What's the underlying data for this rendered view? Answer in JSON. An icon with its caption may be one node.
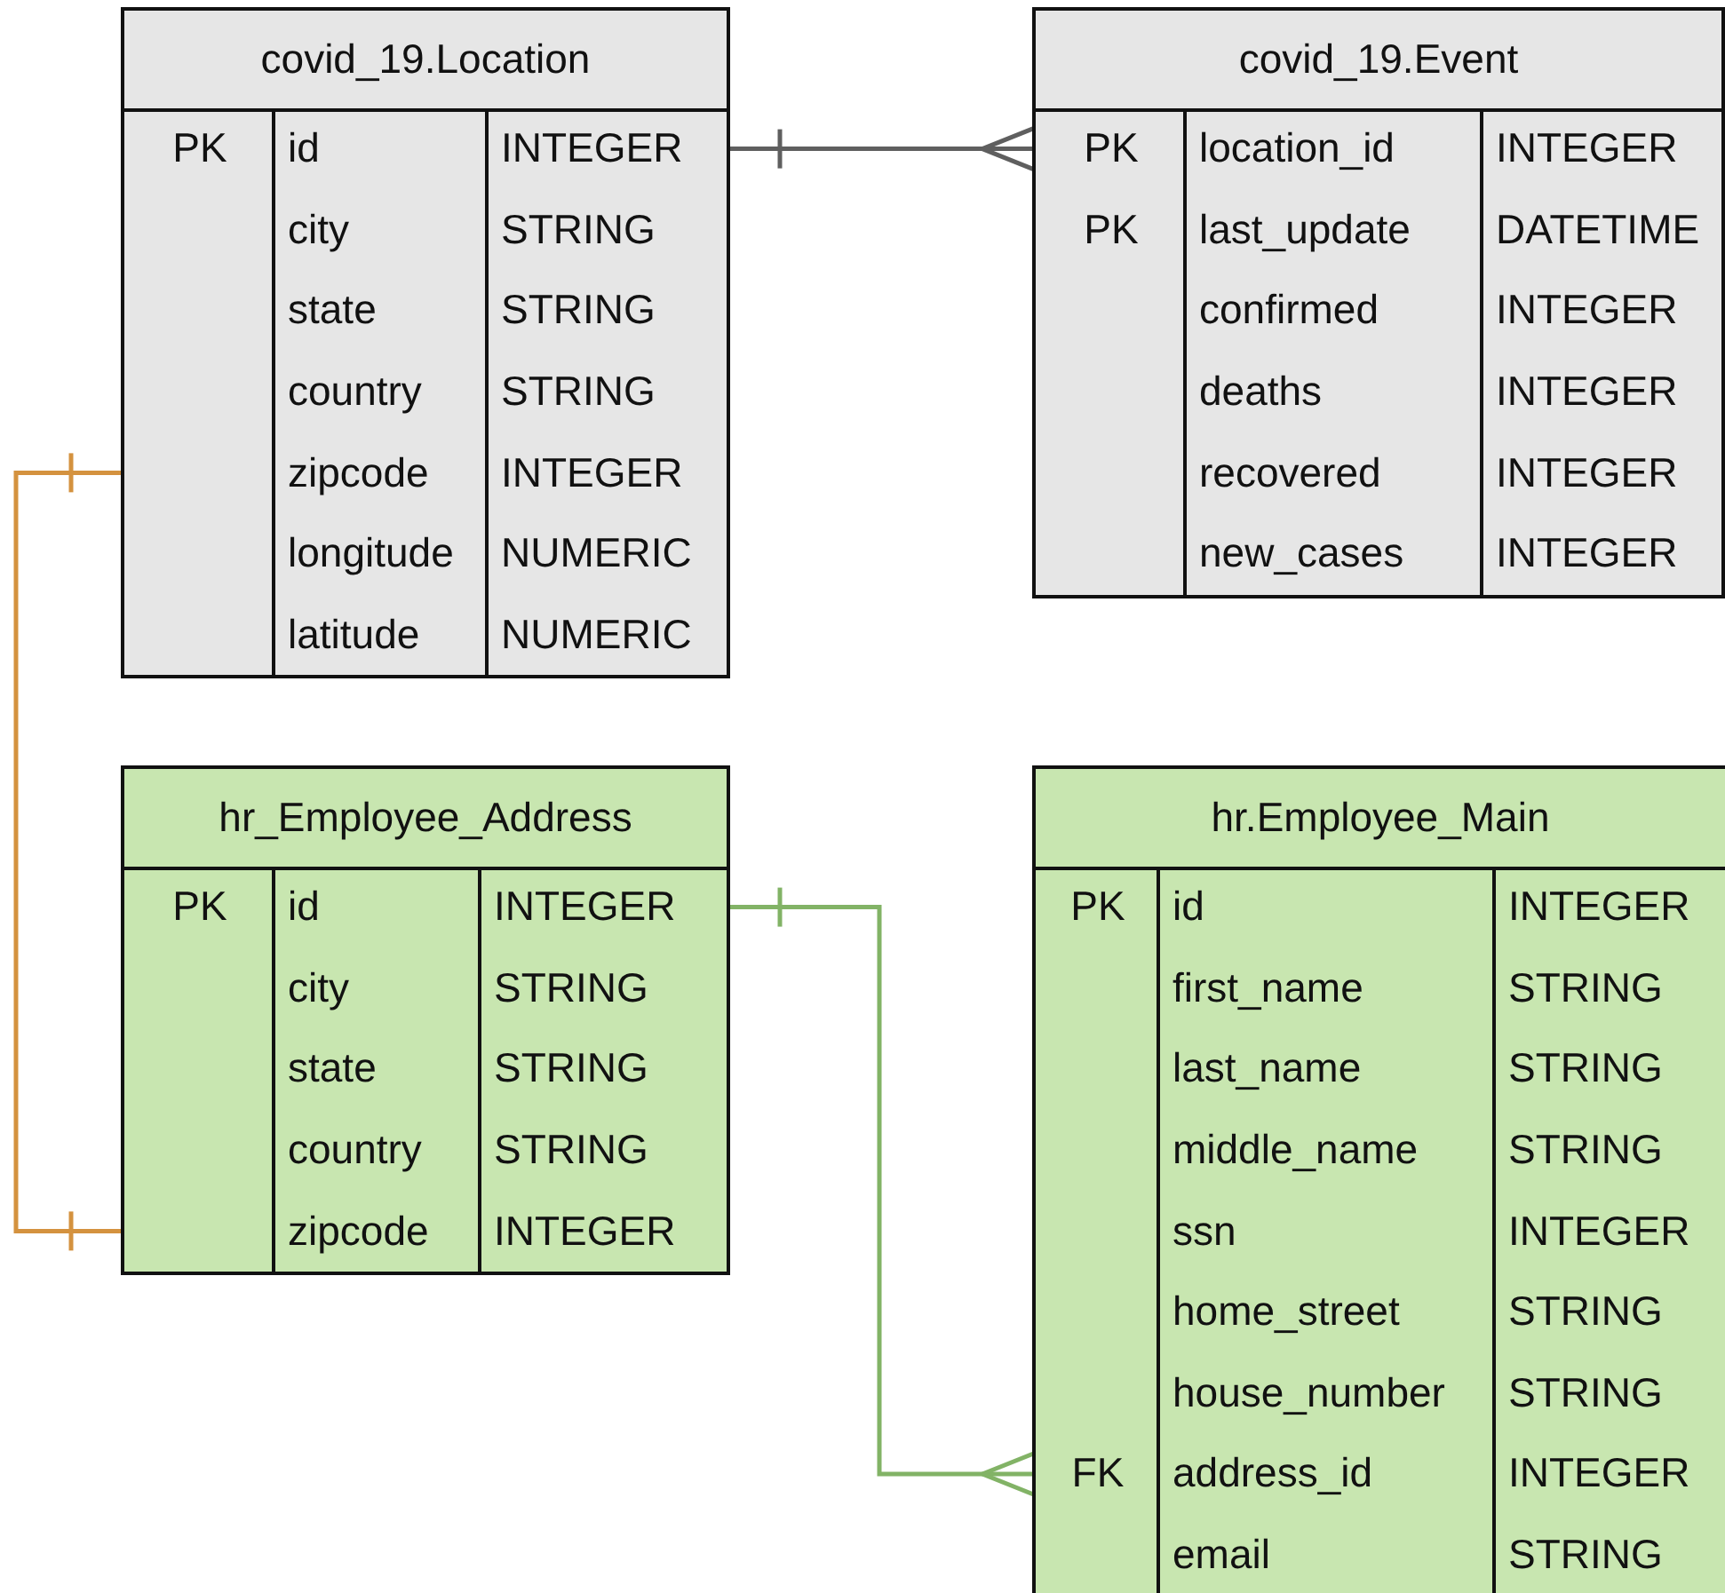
{
  "diagram": {
    "nodes": [
      {
        "text": [
          "covid_19.Location"
        ]
      },
      {
        "text": [
          "PK",
          "id",
          "INTEGER"
        ],
        "in": 0
      },
      {
        "text": [
          "city",
          "STRING"
        ],
        "in": 0
      },
      {
        "text": [
          "state",
          "STRING"
        ],
        "in": 0
      },
      {
        "text": [
          "country",
          "STRING"
        ],
        "in": 0
      },
      {
        "text": [
          "zipcode",
          "INTEGER"
        ],
        "in": 0
      },
      {
        "text": [
          "longitude",
          "NUMERIC"
        ],
        "in": 0
      },
      {
        "text": [
          "latitude",
          "NUMERIC"
        ],
        "in": 0
      },
      {
        "text": [
          "covid_19.Event"
        ]
      },
      {
        "text": [
          "PK",
          "location_id",
          "INTEGER"
        ],
        "in": 8
      },
      {
        "text": [
          "PK",
          "last_update",
          "DATETIME"
        ],
        "in": 8
      },
      {
        "text": [
          "confirmed",
          "INTEGER"
        ],
        "in": 8
      },
      {
        "text": [
          "deaths",
          "INTEGER"
        ],
        "in": 8
      },
      {
        "text": [
          "recovered",
          "INTEGER"
        ],
        "in": 8
      },
      {
        "text": [
          "new_cases",
          "INTEGER"
        ],
        "in": 8
      },
      {
        "text": [
          "hr_Employee_Address"
        ]
      },
      {
        "text": [
          "PK",
          "id",
          "INTEGER"
        ],
        "in": 15
      },
      {
        "text": [
          "city",
          "STRING"
        ],
        "in": 15
      },
      {
        "text": [
          "state",
          "STRING"
        ],
        "in": 15
      },
      {
        "text": [
          "country",
          "STRING"
        ],
        "in": 15
      },
      {
        "text": [
          "zipcode",
          "INTEGER"
        ],
        "in": 15
      },
      {
        "text": [
          "hr.Employee_Main"
        ]
      },
      {
        "text": [
          "PK",
          "id",
          "INTEGER"
        ],
        "in": 21
      },
      {
        "text": [
          "first_name",
          "STRING"
        ],
        "in": 21
      },
      {
        "text": [
          "last_name",
          "STRING"
        ],
        "in": 21
      },
      {
        "text": [
          "middle_name",
          "STRING"
        ],
        "in": 21
      },
      {
        "text": [
          "ssn",
          "INTEGER"
        ],
        "in": 21
      },
      {
        "text": [
          "home_street",
          "STRING"
        ],
        "in": 21
      },
      {
        "text": [
          "house_number",
          "STRING"
        ],
        "in": 21
      },
      {
        "text": [
          "FK",
          "address_id",
          "INTEGER"
        ],
        "in": 21
      },
      {
        "text": [
          "email",
          "STRING"
        ],
        "in": 21
      }
    ],
    "edges": [
      {
        "from": 1,
        "to": 9,
        "arrow": "other",
        "color": "#5f5f5f"
      },
      {
        "from": 5,
        "to": 20,
        "arrow": "other",
        "color": "#d4923f"
      },
      {
        "from": 16,
        "to": 29,
        "arrow": "other",
        "color": "#82b366"
      }
    ]
  }
}
